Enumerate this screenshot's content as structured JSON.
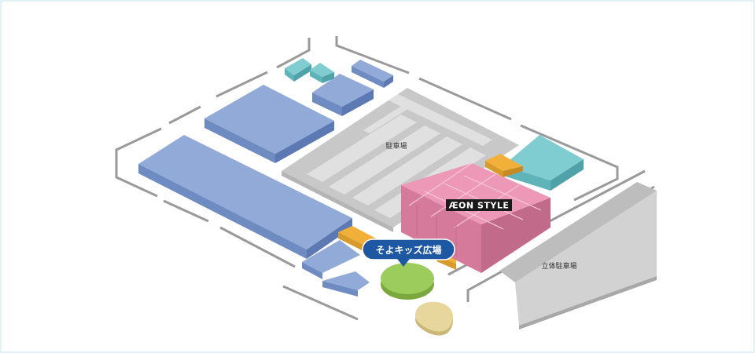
{
  "map": {
    "labels": {
      "parking": "駐車場",
      "multi_story_parking": "立体駐車場",
      "store_logo": "ÆON STYLE",
      "kids_plaza": "そよキッズ広場"
    },
    "colors": {
      "frame_border": "#e2f0f8",
      "roads": "#9a9a9a",
      "building_blue": "#91aad8",
      "building_teal": "#7fccd1",
      "parking_gray": "#c8c8c8",
      "aeon_pink": "#ec98b6",
      "annex_orange": "#f0b03a",
      "kids_plaza_green": "#9ccc5c",
      "sand_beige": "#e8d79c",
      "callout_blue": "#1e58a2",
      "logo_bg": "#1a1a1a"
    }
  }
}
